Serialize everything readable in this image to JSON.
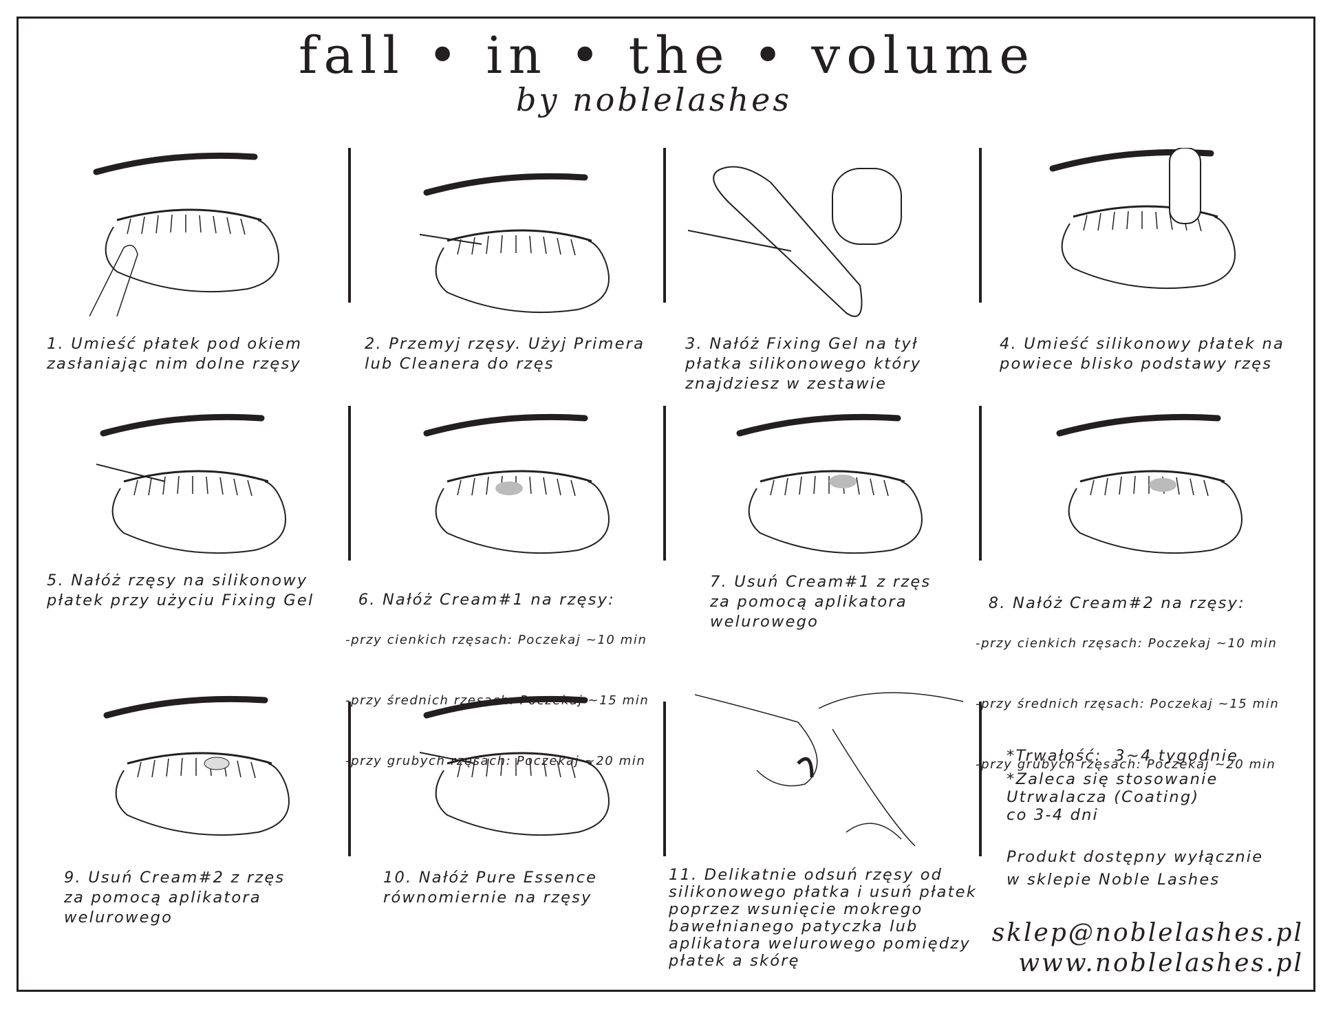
{
  "header": {
    "title": "fall • in • the • volume",
    "subtitle": "by noblelashes"
  },
  "steps": [
    {
      "text": "1. Umieść płatek pod okiem\nzasłaniając nim dolne rzęsy"
    },
    {
      "text": "2. Przemyj rzęsy. Użyj Primera\nlub Cleanera do rzęs"
    },
    {
      "text": "3. Nałóż Fixing Gel na tył\npłatka silikonowego który\nznajdziesz w zestawie"
    },
    {
      "text": "4. Umieść silikonowy płatek na\npowiece blisko podstawy rzęs"
    },
    {
      "text": "5. Nałóż rzęsy na silikonowy\npłatek przy użyciu Fixing Gel"
    },
    {
      "text": "6. Nałóż Cream#1 na rzęsy:",
      "details": [
        "-przy cienkich rzęsach: Poczekaj ~10 min",
        "-przy średnich rzęsach: Poczekaj ~15 min",
        "-przy grubych rzęsach: Poczekaj ~20 min"
      ]
    },
    {
      "text": "7. Usuń Cream#1 z rzęs\nza pomocą aplikatora\nwelurowego"
    },
    {
      "text": "8. Nałóż Cream#2 na rzęsy:",
      "details": [
        "-przy cienkich rzęsach: Poczekaj ~10 min",
        "-przy średnich rzęsach: Poczekaj ~15 min",
        "-przy grubych rzęsach: Poczekaj ~20 min"
      ]
    },
    {
      "text": "9. Usuń Cream#2 z rzęs\nza pomocą aplikatora\nwelurowego"
    },
    {
      "text": "10. Nałóż Pure Essence\nrównomiernie na rzęsy"
    },
    {
      "text": "11. Delikatnie odsuń rzęsy od\nsilikonowego płatka i usuń płatek\npoprzez wsunięcie mokrego\nbawełnianego patyczka lub\naplikatora welurowego pomiędzy\npłatek a skórę"
    }
  ],
  "info": {
    "durability": "*Trwałość:  3~4 tygodnie",
    "recommendation": "*Zaleca się stosowanie\nUtrwalacza (Coating)\nco 3-4 dni",
    "availability": "Produkt dostępny wyłącznie\nw sklepie Noble Lashes"
  },
  "contact": {
    "email": "sklep@noblelashes.pl",
    "website": "www.noblelashes.pl"
  }
}
